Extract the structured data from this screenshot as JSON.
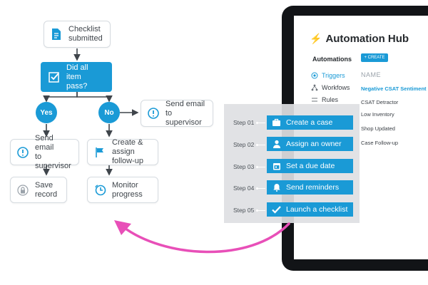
{
  "flowchart": {
    "checklist_submitted": "Checklist\nsubmitted",
    "decision": "Did all item\npass?",
    "yes": "Yes",
    "no": "No",
    "send_email_right": "Send email\nto supervisor",
    "send_email_left": "Send email\nto supervisor",
    "create_assign": "Create & assign\nfollow-up",
    "save_record": "Save\nrecord",
    "monitor_progress": "Monitor\nprogress",
    "accent_color": "#1a9ad6"
  },
  "hub": {
    "title": "Automation Hub",
    "automations_label": "Automations",
    "create_button": "+ CREATE",
    "sidebar": [
      {
        "label": "Triggers",
        "icon": "target-icon"
      },
      {
        "label": "Workfows",
        "icon": "network-icon"
      },
      {
        "label": "Rules",
        "icon": "rules-icon"
      }
    ],
    "column_header": "NAME",
    "rows": [
      "Negative CSAT Sentiment",
      "CSAT Detractor",
      "Low Inventory",
      "Shop Updated",
      "Case Follow-up"
    ]
  },
  "steps": [
    {
      "label": "Step 01",
      "action": "Create a case",
      "icon": "briefcase-icon"
    },
    {
      "label": "Step 02",
      "action": "Assign an owner",
      "icon": "user-icon"
    },
    {
      "label": "Step 03",
      "action": "Set a due date",
      "icon": "calendar-icon"
    },
    {
      "label": "Step 04",
      "action": "Send reminders",
      "icon": "bell-icon"
    },
    {
      "label": "Step 05",
      "action": "Launch a checklist",
      "icon": "check-icon"
    }
  ]
}
